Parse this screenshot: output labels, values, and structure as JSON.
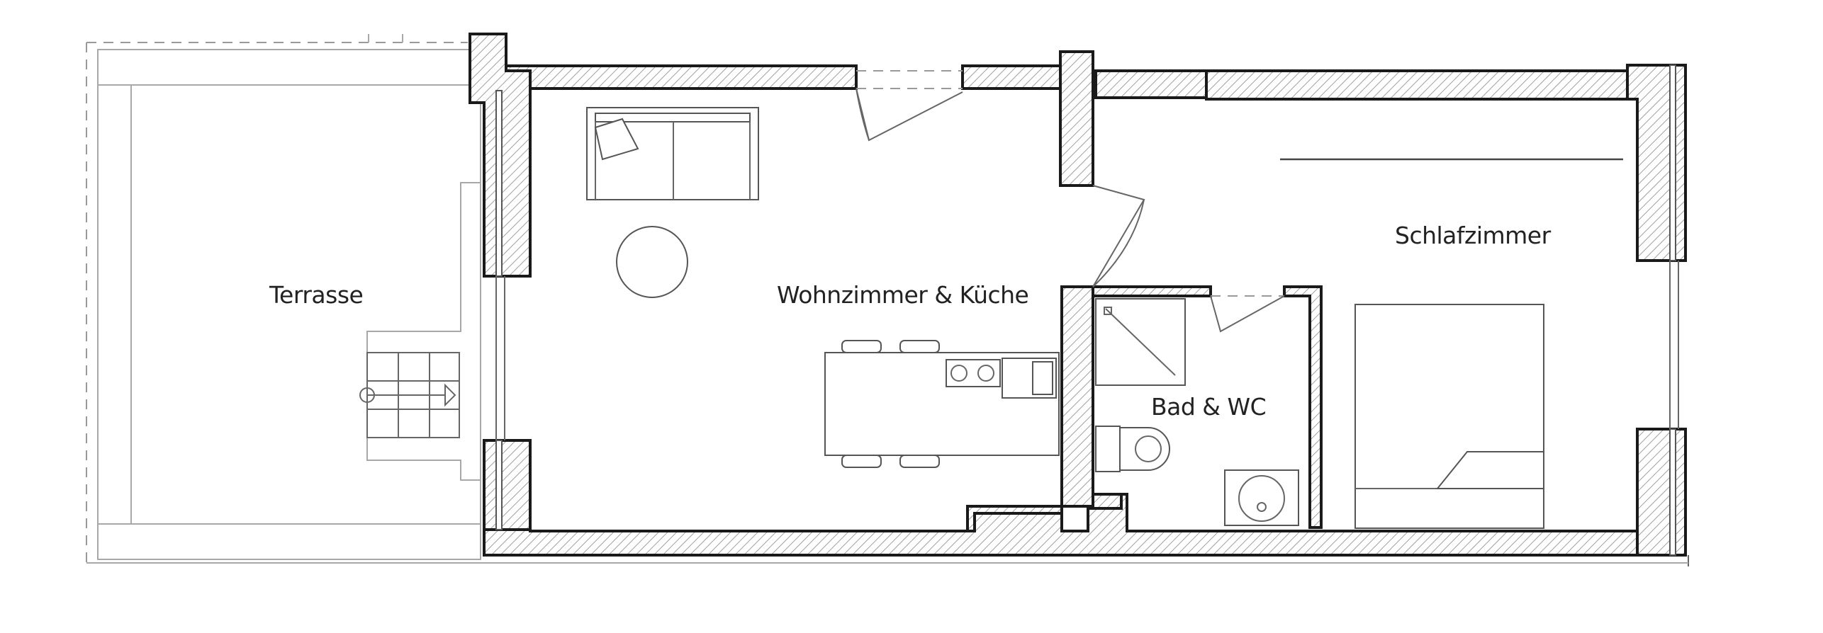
{
  "rooms": {
    "terrace": "Terrasse",
    "living_kitchen": "Wohnzimmer & Küche",
    "bedroom": "Schlafzimmer",
    "bath": "Bad & WC"
  },
  "colors": {
    "wall_stroke": "#1a1a1a",
    "hatch": "#9a9a9a",
    "furniture": "#555555",
    "background": "#ffffff"
  }
}
